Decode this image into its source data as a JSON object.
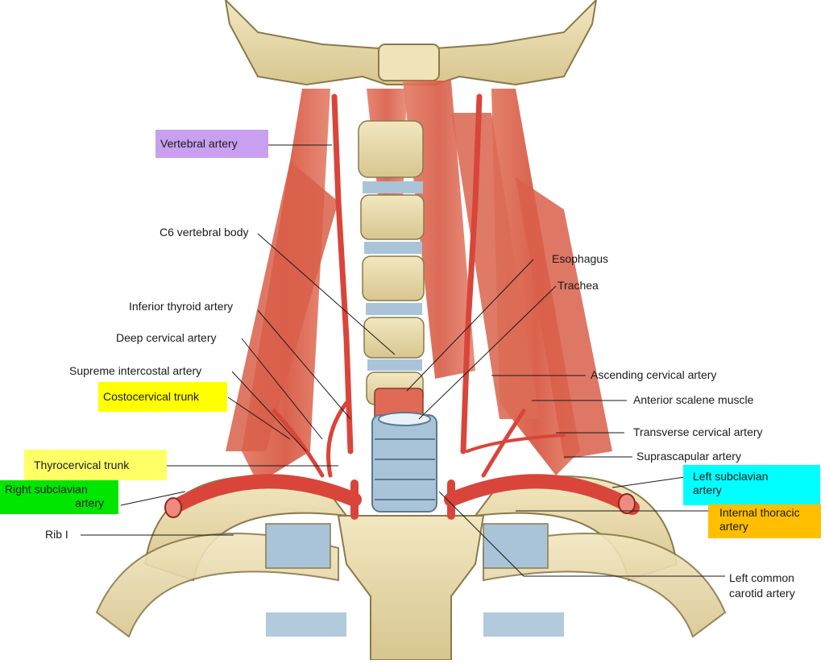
{
  "labels": {
    "vertebral_artery": "Vertebral artery",
    "c6_vertebral_body": "C6 vertebral body",
    "esophagus": "Esophagus",
    "trachea": "Trachea",
    "inferior_thyroid_artery": "Inferior thyroid artery",
    "deep_cervical_artery": "Deep cervical artery",
    "supreme_intercostal_artery": "Supreme intercostal artery",
    "costocervical_trunk": "Costocervical trunk",
    "ascending_cervical_artery": "Ascending cervical artery",
    "anterior_scalene_muscle": "Anterior scalene muscle",
    "transverse_cervical_artery": "Transverse cervical artery",
    "suprascapular_artery": "Suprascapular artery",
    "thyrocervical_trunk": "Thyrocervical trunk",
    "right_subclavian_line1": "Right subclavian",
    "right_subclavian_line2": "artery",
    "left_subclavian_line1": "Left subclavian",
    "left_subclavian_line2": "artery",
    "internal_thoracic_line1": "Internal thoracic",
    "internal_thoracic_line2": "artery",
    "rib_1": "Rib I",
    "left_common_carotid_line1": "Left common",
    "left_common_carotid_line2": "carotid artery"
  },
  "colors": {
    "vertebral_artery_box": "#c9a0f0",
    "costocervical_trunk_box": "#ffff00",
    "thyrocervical_trunk_box": "#ffff66",
    "right_subclavian_box": "#00e600",
    "left_subclavian_box": "#00ffff",
    "internal_thoracic_box": "#ffbf00",
    "artery": "#d9453a",
    "muscle": "#e06a55",
    "bone": "#e8d9a8",
    "cartilage": "#a9c4d8"
  }
}
